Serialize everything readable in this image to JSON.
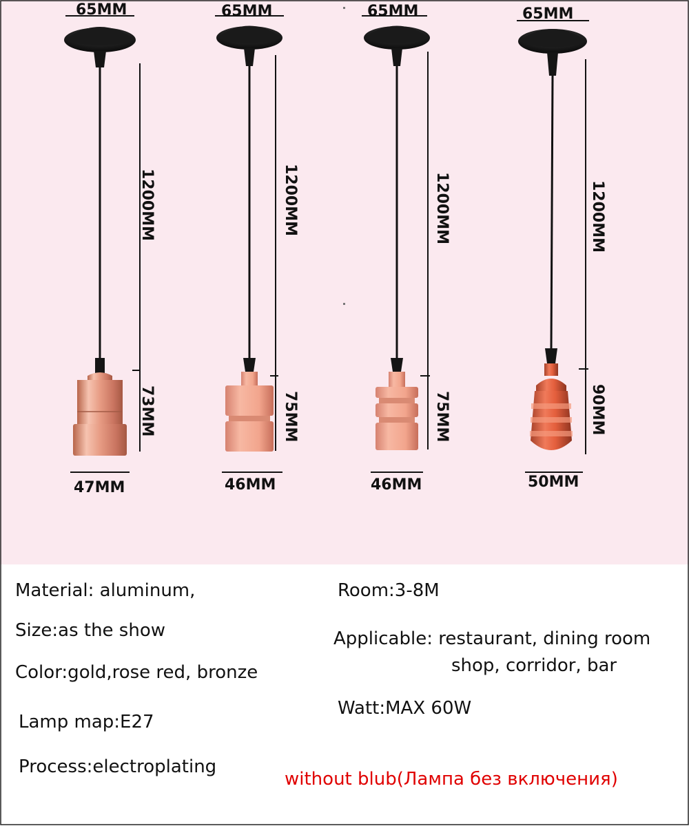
{
  "lamps": [
    {
      "canopy_width": "65MM",
      "cord_length": "1200MM",
      "holder_height": "73MM",
      "holder_width": "47MM",
      "style": "plain"
    },
    {
      "canopy_width": "65MM",
      "cord_length": "1200MM",
      "holder_height": "75MM",
      "holder_width": "46MM",
      "style": "knurled"
    },
    {
      "canopy_width": "65MM",
      "cord_length": "1200MM",
      "holder_height": "75MM",
      "holder_width": "46MM",
      "style": "knurled"
    },
    {
      "canopy_width": "65MM",
      "cord_length": "1200MM",
      "holder_height": "90MM",
      "holder_width": "50MM",
      "style": "spiral"
    }
  ],
  "specs": {
    "material": "Material: aluminum,",
    "size": "Size:as the show",
    "color": "Color:gold,rose red, bronze",
    "lamp_map": "Lamp map:E27",
    "process": "Process:electroplating",
    "room": "Room:3-8M",
    "applicable_1": "Applicable: restaurant, dining room",
    "applicable_2": "shop, corridor, bar",
    "watt": "Watt:MAX 60W",
    "note": "without blub(Лампа без включения)"
  },
  "colors": {
    "top_background": "#fbe9ef",
    "bottom_background": "#ffffff",
    "canopy": "#121212",
    "rose_gold": "#e79c84",
    "note_text": "#e00000"
  }
}
